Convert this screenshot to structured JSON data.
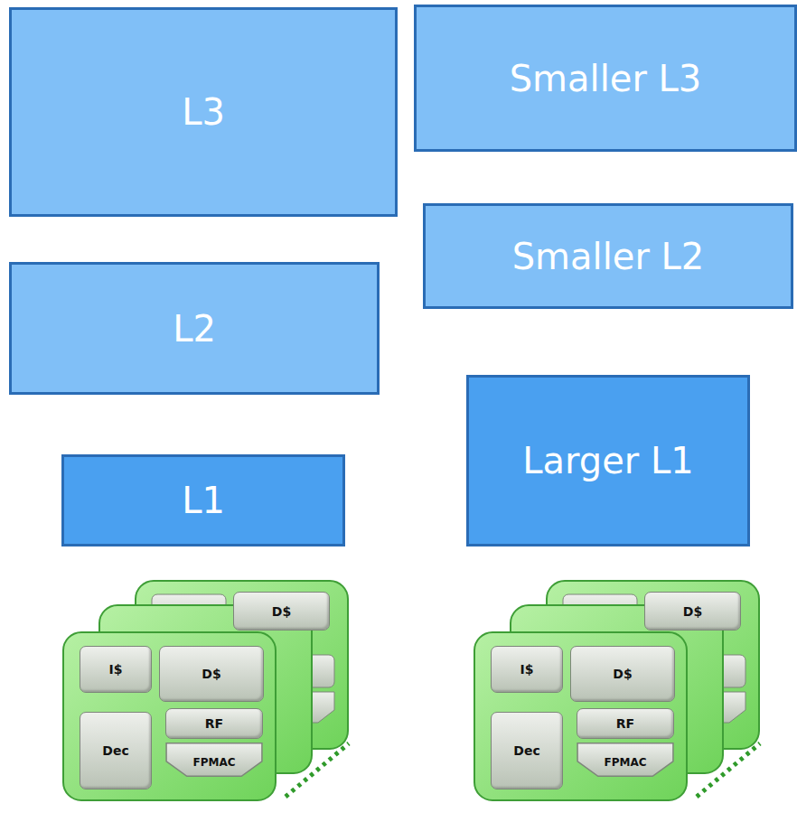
{
  "diagram": {
    "nodes": [
      {
        "text": [
          "L3"
        ]
      },
      {
        "text": [
          "Smaller L3"
        ]
      },
      {
        "text": [
          "L2"
        ]
      },
      {
        "text": [
          "Smaller L2"
        ]
      },
      {
        "text": [
          "L1"
        ]
      },
      {
        "text": [
          "Larger L1"
        ]
      },
      {
        "text": [
          "D$"
        ]
      },
      {
        "text": [
          "D$"
        ]
      },
      {
        "text": [
          "I$"
        ]
      },
      {
        "text": [
          "D$"
        ]
      },
      {
        "text": [
          "Dec"
        ]
      },
      {
        "text": [
          "RF"
        ]
      },
      {
        "text": [
          "FPMAC"
        ]
      },
      {
        "text": [
          "I$"
        ]
      },
      {
        "text": [
          "D$"
        ]
      },
      {
        "text": [
          "Dec"
        ]
      },
      {
        "text": [
          "RF"
        ]
      },
      {
        "text": [
          "FPMAC"
        ]
      }
    ]
  }
}
